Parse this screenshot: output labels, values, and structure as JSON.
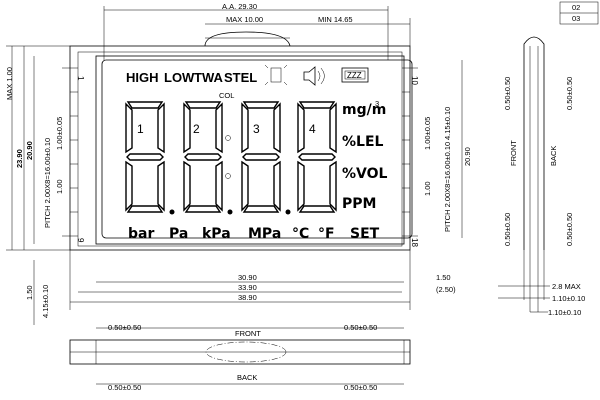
{
  "revisions": [
    "02",
    "03"
  ],
  "dims": {
    "aa": "A.A. 29.30",
    "max10": "MAX 10.00",
    "min1465": "MIN 14.65",
    "max100": "MAX 1.00",
    "d2390": "23.90",
    "d2090": "20.90",
    "pitch_left": "PITCH 2.00X8=16.00±0.10",
    "pitch_right": "PITCH 2.00X8=16.00±0.10",
    "tol1": "1.00±0.05",
    "tol1r": "1.00±0.05",
    "d100l": "1.00",
    "d100r": "1.00",
    "d415r": "4.15±0.10",
    "d2090r": "20.90",
    "d3090": "30.90",
    "d3390": "33.90",
    "d3890": "38.90",
    "d150r": "1.50",
    "d250": "(2.50)",
    "d150l": "1.50",
    "d415l": "4.15±0.10",
    "side_front": "FRONT",
    "side_back": "BACK",
    "side_050a": "0.50±0.50",
    "side_050b": "0.50±0.50",
    "side_050c": "0.50±0.50",
    "side_050d": "0.50±0.50",
    "side_28max": "2.8 MAX",
    "side_110a": "1.10±0.10",
    "side_110b": "1.10±0.10",
    "bot_front": "FRONT",
    "bot_back": "BACK",
    "bot_050a": "0.50±0.50",
    "bot_050b": "0.50±0.50",
    "bot_050c": "0.50±0.50",
    "bot_050d": "0.50±0.50"
  },
  "lcd": {
    "top_labels": [
      "HIGH",
      "LOW",
      "TWA",
      "STEL"
    ],
    "col": "COL",
    "digit_numbers": [
      "1",
      "2",
      "3",
      "4"
    ],
    "units_right": [
      "mg/m",
      "%LEL",
      "%VOL",
      "PPM",
      "SET"
    ],
    "units_right_sup": "3",
    "units_bottom": [
      "bar",
      "Pa",
      "kPa",
      "MPa",
      "°C",
      "°F"
    ],
    "pins": [
      "10",
      "1",
      "9",
      "18"
    ]
  }
}
